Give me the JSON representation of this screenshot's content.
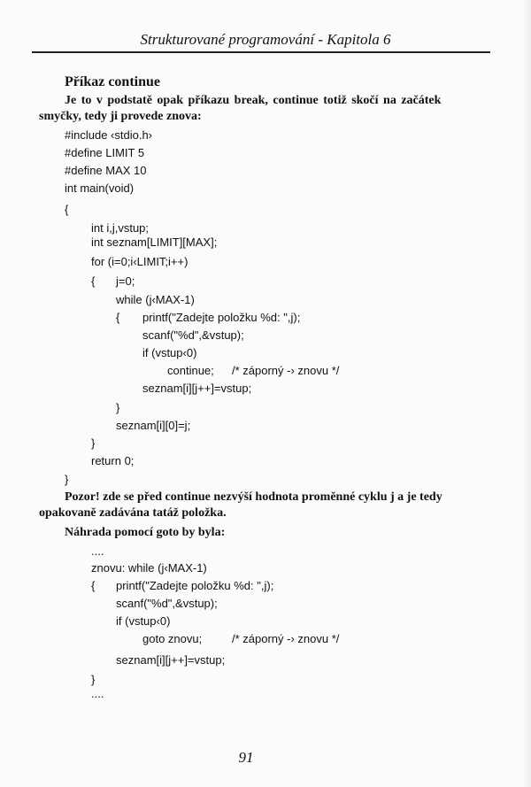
{
  "header": "Strukturované programování - Kapitola 6",
  "section_title": "Příkaz continue",
  "intro": [
    "Je to v podstatě opak příkazu break, continue totiž skočí na začátek",
    "smyčky, tedy ji provede znova:"
  ],
  "code1": [
    "#include ‹stdio.h›",
    "#define LIMIT 5",
    "#define MAX 10",
    "int main(void)",
    "{",
    "int i,j,vstup;",
    "int seznam[LIMIT][MAX];",
    "for (i=0;i‹LIMIT;i++)",
    "{",
    "j=0;",
    "while (j‹MAX-1)",
    "{",
    "printf(\"Zadejte položku %d: \",j);",
    "scanf(\"%d\",&vstup);",
    "if (vstup‹0)",
    "continue;",
    "/* záporný -› znovu */",
    "seznam[i][j++]=vstup;",
    "}",
    "seznam[i][0]=j;",
    "}",
    "return 0;",
    "}"
  ],
  "warning": [
    "Pozor! zde se před continue nezvýší hodnota proměnné cyklu j a je tedy",
    "opakovaně zadávána tatáž položka."
  ],
  "goto_intro": "Náhrada pomocí goto by byla:",
  "code2": [
    "....",
    "znovu: while (j‹MAX-1)",
    "{",
    "printf(\"Zadejte položku %d: \",j);",
    "scanf(\"%d\",&vstup);",
    "if (vstup‹0)",
    "goto znovu;",
    "/* záporný -› znovu */",
    "seznam[i][j++]=vstup;",
    "}",
    "...."
  ],
  "page_number": "91"
}
